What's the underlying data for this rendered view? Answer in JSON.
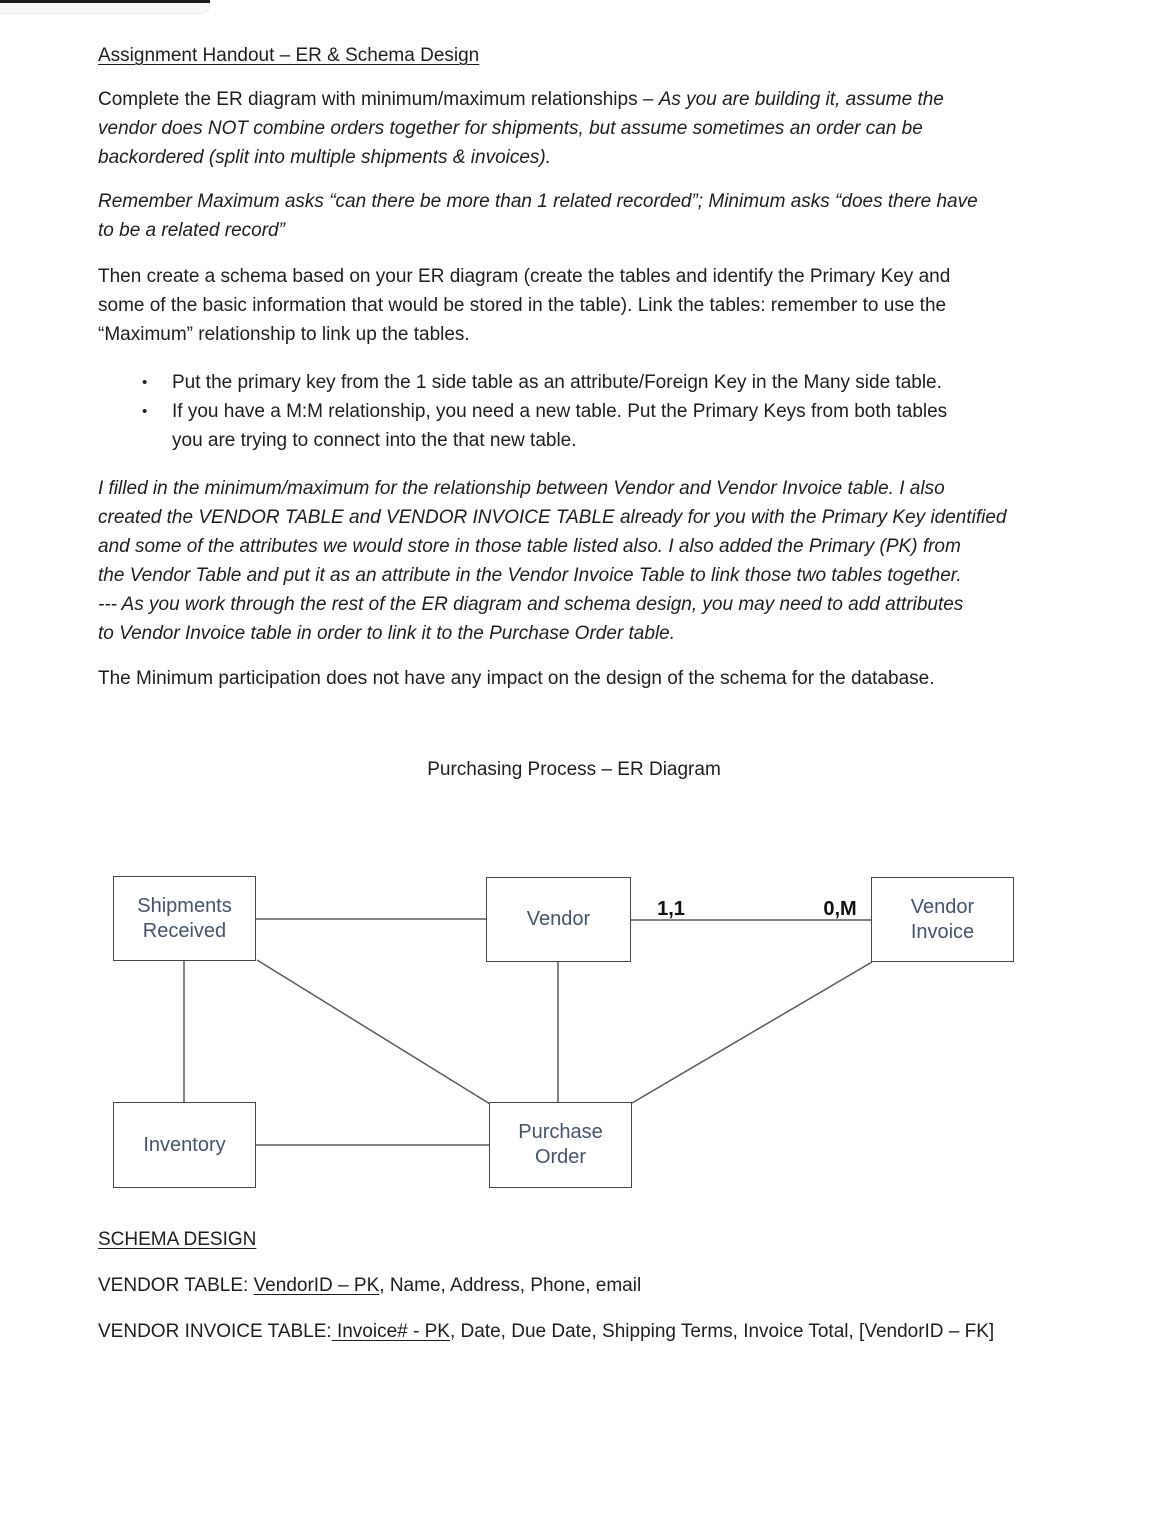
{
  "handout": {
    "title": "Assignment Handout – ER & Schema Design",
    "intro": {
      "l1_normal": "Complete the ER diagram with minimum/maximum relationships – ",
      "l1_italic": "As you are building it, assume the",
      "l2": "vendor does NOT combine orders together for shipments, but assume sometimes an order can be",
      "l3": "backordered (split into multiple shipments & invoices)."
    },
    "reminder": {
      "l1": "Remember Maximum asks “can there be more than 1 related recorded”; Minimum asks “does there have",
      "l2": "to be a related record”"
    },
    "instructions": {
      "l1": "Then create a schema based on your ER diagram (create the tables and identify the Primary Key and",
      "l2": "some of the basic information that would be stored in the table). Link the tables: remember to use the",
      "l3": "“Maximum” relationship to link up the tables."
    },
    "bullets": {
      "marker": "•",
      "b1": "Put the primary key from the 1 side table as an attribute/Foreign Key in the Many side table.",
      "b2_l1": "If you have a M:M relationship, you need a new table. Put the Primary Keys from both tables",
      "b2_l2": "you are trying to connect into the that new table."
    },
    "note": {
      "l1": "I filled in the minimum/maximum for the relationship between Vendor and Vendor Invoice table. I also",
      "l2": "created the VENDOR TABLE and VENDOR INVOICE TABLE already for you with the Primary Key identified",
      "l3": "and some of the attributes we would store in those table listed also. I also added the Primary (PK) from",
      "l4": "the Vendor Table and put it as an attribute in the Vendor Invoice Table to link those two tables together.",
      "l5": "--- As you work through the rest of the ER diagram and schema design, you may need to add attributes",
      "l6": "to Vendor Invoice table in order to link it to the Purchase Order table."
    },
    "minimum_note": "The Minimum participation does not have any impact on the design of the schema for the database.",
    "diagram_title": "Purchasing Process – ER Diagram"
  },
  "diagram": {
    "entities": {
      "shipments_received": "Shipments Received",
      "vendor": "Vendor",
      "vendor_invoice": "Vendor Invoice",
      "inventory": "Inventory",
      "purchase_order": "Purchase Order"
    },
    "cardinality": {
      "vendor_side": "1,1",
      "invoice_side": "0,M"
    },
    "entity_text_color": "#44546A",
    "line_color": "#5a5a5a"
  },
  "schema": {
    "heading": "SCHEMA DESIGN",
    "vendor_table": {
      "prefix": "VENDOR TABLE: ",
      "pk_underlined": "VendorID – PK",
      "rest": ", Name, Address, Phone, email"
    },
    "vendor_invoice_table": {
      "prefix": "VENDOR INVOICE TABLE:",
      "pk_underlined": " Invoice# - PK",
      "rest": ", Date, Due Date, Shipping Terms, Invoice Total, [VendorID – FK]"
    }
  }
}
